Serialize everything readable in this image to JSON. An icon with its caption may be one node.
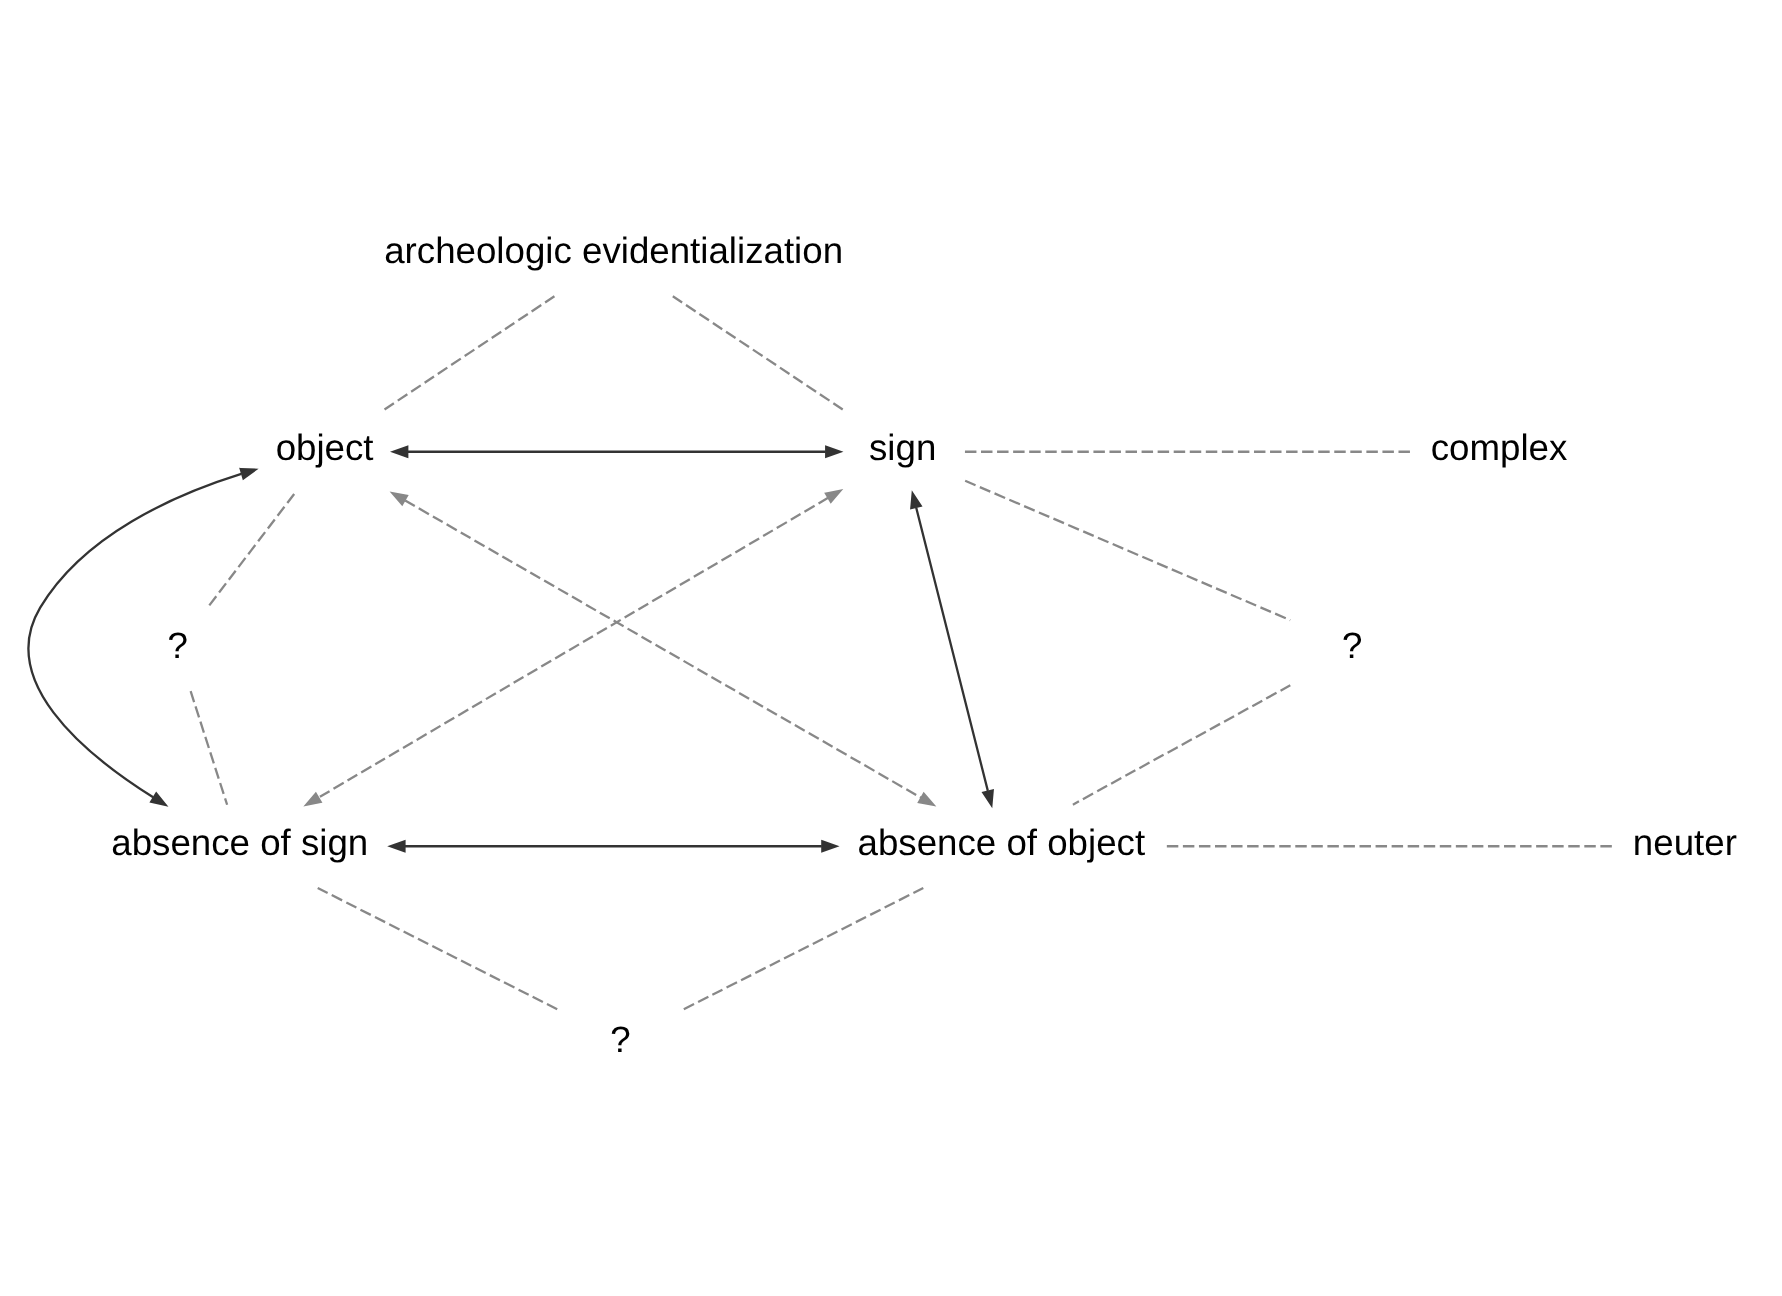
{
  "diagram": {
    "nodes": [
      {
        "text": [
          "archeologic evidentialization"
        ]
      },
      {
        "text": [
          "object"
        ]
      },
      {
        "text": [
          "sign"
        ]
      },
      {
        "text": [
          "complex"
        ]
      },
      {
        "text": [
          "?"
        ]
      },
      {
        "text": [
          "?"
        ]
      },
      {
        "text": [
          "absence of sign"
        ]
      },
      {
        "text": [
          "absence of object"
        ]
      },
      {
        "text": [
          "neuter"
        ]
      },
      {
        "text": [
          "?"
        ]
      }
    ],
    "edges": [
      {
        "from": 0,
        "to": 1,
        "arrow": "none",
        "style": "dashed"
      },
      {
        "from": 0,
        "to": 2,
        "arrow": "none",
        "style": "dashed"
      },
      {
        "from": 1,
        "to": 2,
        "arrow": "both"
      },
      {
        "from": 2,
        "to": 3,
        "arrow": "none",
        "style": "dashed"
      },
      {
        "from": 1,
        "to": 4,
        "arrow": "none",
        "style": "dashed"
      },
      {
        "from": 2,
        "to": 5,
        "arrow": "none",
        "style": "dashed"
      },
      {
        "from": 1,
        "to": 6,
        "arrow": "both"
      },
      {
        "from": 1,
        "to": 7,
        "arrow": "both",
        "style": "dashed"
      },
      {
        "from": 2,
        "to": 6,
        "arrow": "both",
        "style": "dashed"
      },
      {
        "from": 2,
        "to": 7,
        "arrow": "both"
      },
      {
        "from": 4,
        "to": 6,
        "arrow": "none",
        "style": "dashed"
      },
      {
        "from": 5,
        "to": 7,
        "arrow": "none",
        "style": "dashed"
      },
      {
        "from": 6,
        "to": 7,
        "arrow": "both"
      },
      {
        "from": 7,
        "to": 8,
        "arrow": "none",
        "style": "dashed"
      },
      {
        "from": 6,
        "to": 9,
        "arrow": "none",
        "style": "dashed"
      },
      {
        "from": 7,
        "to": 9,
        "arrow": "none",
        "style": "dashed"
      }
    ]
  }
}
